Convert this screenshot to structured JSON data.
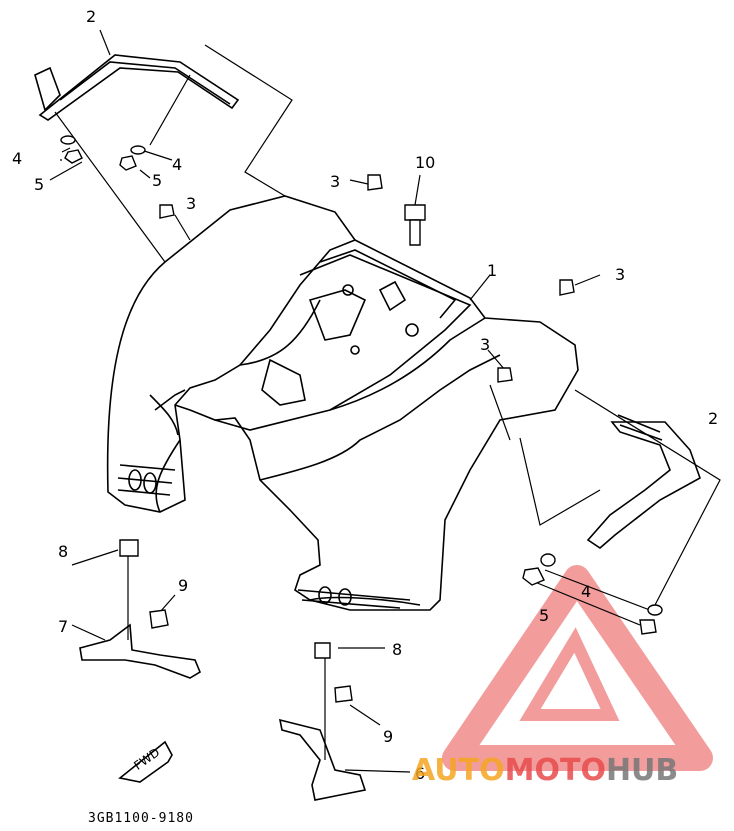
{
  "callouts": {
    "c1": "1",
    "c2a": "2",
    "c2b": "2",
    "c3a": "3",
    "c3b": "3",
    "c3c": "3",
    "c3d": "3",
    "c4a": "4",
    "c4b": "4",
    "c4c": "4",
    "c5a": "5",
    "c5b": "5",
    "c5c": "5",
    "c6": "6",
    "c7": "7",
    "c8a": "8",
    "c8b": "8",
    "c9a": "9",
    "c9b": "9",
    "c10": "10"
  },
  "fwd_label": "FWD",
  "drawing_code": "3GB1100-9180",
  "watermark": {
    "part1": "AUTO",
    "part2": "MOTO",
    "part3": "HUB",
    "color_orange": "#f5a623",
    "color_red": "#e84c4c",
    "color_gray": "#777777"
  }
}
